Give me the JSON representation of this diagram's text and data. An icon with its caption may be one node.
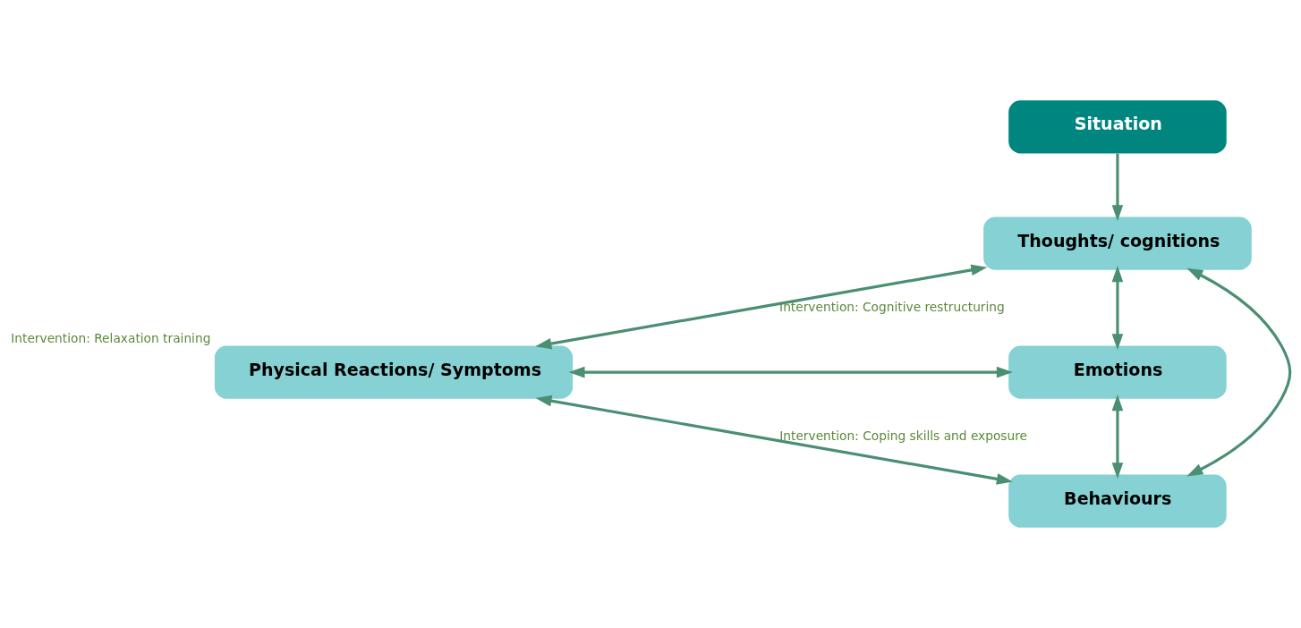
{
  "diagram": {
    "nodes": [
      {
        "text": [
          "Situation"
        ]
      },
      {
        "text": [
          "Thoughts/ cognitions"
        ]
      },
      {
        "text": [
          "Physical Reactions/ Symptoms"
        ],
        "beside": [
          "Intervention: Relaxation training"
        ]
      },
      {
        "text": [
          "Emotions"
        ]
      },
      {
        "text": [
          "Behaviours"
        ]
      }
    ],
    "edges": [
      {
        "from": 0,
        "to": 1,
        "arrow": "to"
      },
      {
        "from": 1,
        "to": 2,
        "arrow": "both",
        "label": "Intervention: Cognitive restructuring"
      },
      {
        "from": 1,
        "to": 3,
        "arrow": "both"
      },
      {
        "from": 2,
        "to": 3,
        "arrow": "both"
      },
      {
        "from": 1,
        "to": 4,
        "arrow": "both"
      },
      {
        "from": 2,
        "to": 4,
        "arrow": "both",
        "label": "Intervention: Coping skills and exposure"
      },
      {
        "from": 3,
        "to": 4,
        "arrow": "both"
      }
    ]
  }
}
